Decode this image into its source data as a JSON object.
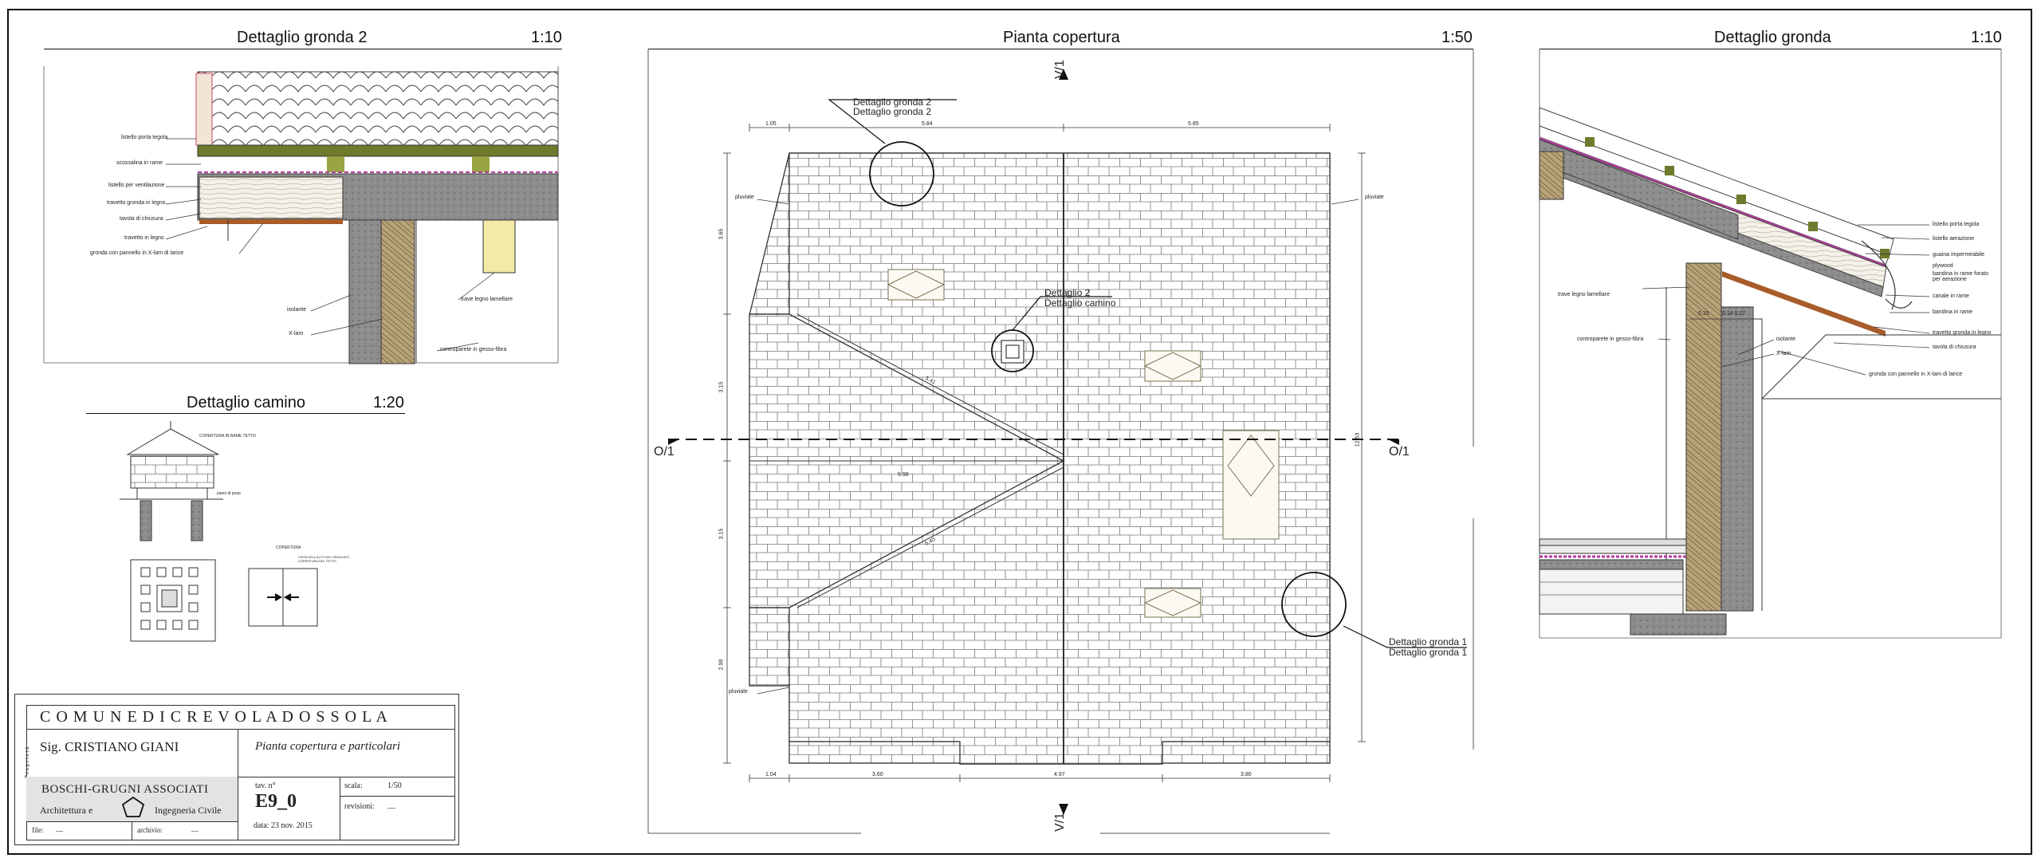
{
  "panels": {
    "gronda2": {
      "title": "Dettaglio gronda 2",
      "scale": "1:10",
      "labels": [
        "listello porta tegola",
        "scossalina in rame",
        "listello per ventilazione",
        "travetto gronda in legno",
        "tavola di chiusura",
        "travetto in legno",
        "gronda con pannello in X-lam di larice",
        "isolante",
        "X-lam",
        "trave legno lamellare",
        "controparete in gesso-fibra"
      ]
    },
    "camino": {
      "title": "Dettaglio camino",
      "scale": "1:20",
      "labels": [
        "COPERTURA IN RAME TETTO",
        "piano di posa",
        "COPERTURA",
        "VISTA DELL'ALTO DEL GRIGLIATO COPERTURA DEL TETTO"
      ]
    },
    "pianta": {
      "title": "Pianta copertura",
      "scale": "1:50",
      "callouts": {
        "gronda2_a": "Dettaglio gronda 2",
        "gronda2_b": "Dettaglio gronda 2",
        "camino_a": "Dettaglio 2",
        "camino_b": "Dettaglio camino",
        "gronda1_a": "Dettaglio gronda 1",
        "gronda1_b": "Dettaglio gronda 1"
      },
      "section_marks": {
        "top": "V/1",
        "bottom": "V/1",
        "left": "O/1",
        "right": "O/1"
      },
      "pluviale": "pluviale",
      "dims_top": [
        "1.05",
        "5.84",
        "5.85"
      ],
      "dims_bottom": [
        "1.04",
        "3.60",
        "4.97",
        "3.80"
      ],
      "dims_left": [
        "3.65",
        "3.15",
        "3.15",
        "2.98"
      ],
      "dims_inner": [
        "5.41",
        "5.98",
        "5.40"
      ],
      "dims_right": "12.53"
    },
    "gronda": {
      "title": "Dettaglio gronda",
      "scale": "1:10",
      "labels_right": [
        "listello porta tegola",
        "listello aerazione",
        "guaina impermeabile",
        "plywood",
        "bandina in rame forato per aerazione",
        "canale in rame",
        "bandina in rame",
        "travetto gronda in legno",
        "tavola di chiusura",
        "gronda con pannello in X-lam di larice"
      ],
      "labels_left": [
        "trave legno lamellare",
        "controparete in gesso-fibra"
      ],
      "labels_mid": [
        "isolante",
        "X-lam"
      ],
      "dims": [
        "0.15",
        "0.14  0.27"
      ]
    }
  },
  "titleblock": {
    "comune": "C O M U N E   D I   C R E V O L A D O S S O L A",
    "side_label": "P r o p r i e t à",
    "owner": "Sig. CRISTIANO GIANI",
    "drawing_title": "Pianta copertura e particolari",
    "firm": "BOSCHI-GRUGNI ASSOCIATI",
    "firm_left": "Architettura e",
    "firm_right": "Ingegneria Civile",
    "tav_label": "tav. n°",
    "tav_value": "E9_0",
    "data_label": "data: 23 nov. 2015",
    "scala_label": "scala:",
    "scala_value": "1/50",
    "revisioni_label": "revisioni:",
    "revisioni_value": "__",
    "file_label": "file:",
    "file_value": "__",
    "archivio_label": "archivio:",
    "archivio_value": "__"
  }
}
